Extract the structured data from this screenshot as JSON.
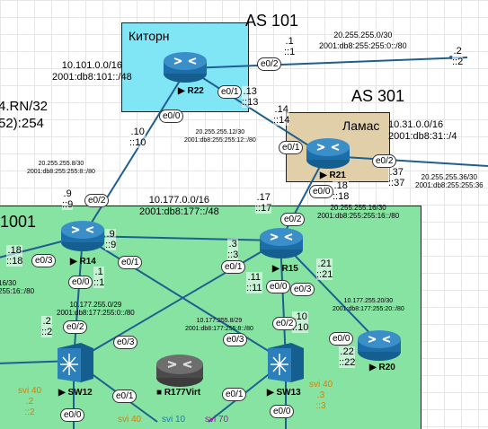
{
  "areas": {
    "kitorn": {
      "title": "Киторн"
    },
    "lamas": {
      "title": "Ламас"
    }
  },
  "as_labels": {
    "as101": "AS 101",
    "as301": "AS 301",
    "as1001": "1001"
  },
  "networks": {
    "n10101": {
      "v4": "10.101.0.0/16",
      "v6": "2001:db8:101::/48"
    },
    "n1031": {
      "v4": "10.31.0.0/16",
      "v6": "2001:db8:31::/4"
    },
    "n10177": {
      "v4": "10.177.0.0/16",
      "v6": "2001:db8:177::/48"
    },
    "left_partial": {
      "line1": "4.RN/32",
      "line2": "52):254"
    },
    "link_r22_top": {
      "v4": "20.255.255.0/30",
      "v6": "2001:db8:255:255:0::/80"
    },
    "link_r22_r21": {
      "v4": "20.255.255.12/30",
      "v6": "2001:db8:255:255:12::/80"
    },
    "link_r22_r14": {
      "v4": "20.255.255.8/30",
      "v6": "2001:db8:255:255:8::/80"
    },
    "link_r21_right": {
      "v4": "20.255.255.36/30",
      "v6": "2001:db8:255:255:36"
    },
    "link_r21_r15": {
      "v4": "20.255.255.16/30",
      "v6": "2001:db8:255:255:16::/80"
    },
    "link_sw12": {
      "v4": "10.177.255.0/29",
      "v6": "2001:db8:177:255:0::/80"
    },
    "link_sw13": {
      "v4": "10.177.255.8/29",
      "v6": "2001:db8:177:255:8::/80"
    },
    "link_r20": {
      "v4": "10.177.255.20/30",
      "v6": "2001:db8:177:255:20::/80"
    },
    "left_edge": {
      "v4": "16/30",
      "v6": "255:16::/80"
    }
  },
  "addresses": {
    "r22_top": {
      "v4": ".1",
      "v6": "::1"
    },
    "peer_top": {
      "v4": ".2",
      "v6": "::2"
    },
    "r22_r21": {
      "v4": ".13",
      "v6": "::13"
    },
    "r21_r22": {
      "v4": ".14",
      "v6": "::14"
    },
    "r22_r14": {
      "v4": ".10",
      "v6": "::10"
    },
    "r14_r22": {
      "v4": ".9",
      "v6": "::9"
    },
    "r21_right": {
      "v4": ".37",
      "v6": "::37"
    },
    "r21_r15": {
      "v4": ".18",
      "v6": "::18"
    },
    "r15_r21": {
      "v4": ".17",
      "v6": "::17"
    },
    "r14_a": {
      "v4": ".9",
      "v6": "::9"
    },
    "r14_b": {
      "v4": ".1",
      "v6": "::1"
    },
    "r14_left": {
      "v4": ".18",
      "v6": "::18"
    },
    "r15_a": {
      "v4": ".3",
      "v6": "::3"
    },
    "r15_b": {
      "v4": ".11",
      "v6": "::11"
    },
    "r15_c": {
      "v4": ".21",
      "v6": "::21"
    },
    "r20_a": {
      "v4": ".22",
      "v6": "::22"
    },
    "sw13_a": {
      "v4": ".10",
      "v6": "::10"
    },
    "sw12_a": {
      "v4": ".2",
      "v6": "::2"
    }
  },
  "interfaces": {
    "r22_e02": "e0/2",
    "r22_e01": "e0/1",
    "r22_e00": "e0/0",
    "r21_e01": "e0/1",
    "r21_e02": "e0/2",
    "r21_e00": "e0/0",
    "r14_e02": "e0/2",
    "r14_e03": "e0/3",
    "r14_e00": "e0/0",
    "r14_e01": "e0/1",
    "r15_e02": "e0/2",
    "r15_e01": "e0/1",
    "r15_e00": "e0/0",
    "r15_e03": "e0/3",
    "sw12_e02": "e0/2",
    "sw12_e03": "e0/3",
    "sw12_e01": "e0/1",
    "sw12_e00": "e0/0",
    "sw13_e03": "e0/3",
    "sw13_e02": "e0/2",
    "sw13_e01": "e0/1",
    "sw13_e00": "e0/0",
    "r20_e00": "e0/0"
  },
  "devices": {
    "r22": "R22",
    "r21": "R21",
    "r14": "R14",
    "r15": "R15",
    "r20": "R20",
    "sw12": "SW12",
    "sw13": "SW13",
    "r177virt": "R177Virt"
  },
  "svis": {
    "sw12_svi40": {
      "name": "svi 40",
      "a": ".2",
      "b": "::2"
    },
    "sw13_svi40": {
      "name": "svi 40",
      "a": ".3",
      "b": "::3"
    },
    "svi40_bottom": "svi 40",
    "svi10_bottom": "svi 10",
    "svi70_bottom": "svi 70"
  },
  "colors": {
    "kitorn_bg": "#80e6f5",
    "lamas_bg": "#e0cfa8",
    "as1001_bg": "#86e3a2",
    "router_blue": "#1b6ea8",
    "svi40": "#e07b00",
    "svi10": "#1878c8",
    "svi70": "#c800c8",
    "link_blue": "#1f5f8f"
  }
}
